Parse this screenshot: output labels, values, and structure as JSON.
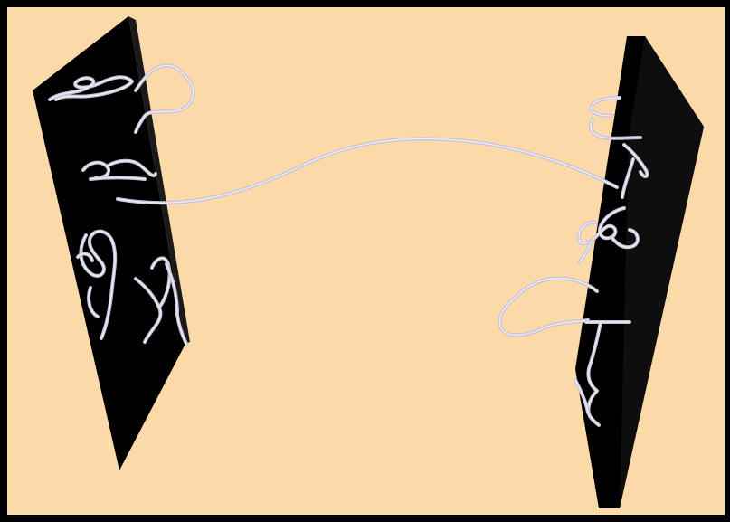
{
  "figure": {
    "background_color": "#000000",
    "panel_color": "#FCD9A8",
    "surface_color": "#000000",
    "chain_color": "#C6C2D6",
    "chain_highlight_color": "#EEEAF6",
    "surfaces": [
      {
        "name": "left-surface"
      },
      {
        "name": "right-surface"
      }
    ],
    "bridge_chain": {
      "name": "bridging-chain"
    },
    "left_loops": 8,
    "right_loops": 7
  }
}
